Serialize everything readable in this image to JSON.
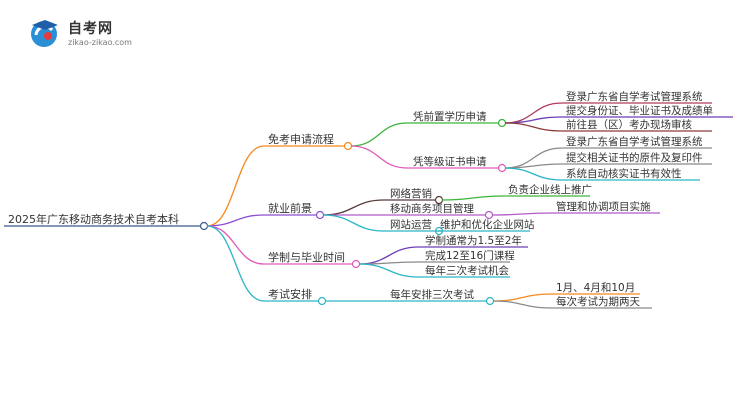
{
  "brand": {
    "name": "自考网",
    "url": "zikao-zikao.com"
  },
  "root": "2025年广东移动商务技术自考本科",
  "branches": [
    {
      "label": "免考申请流程",
      "color": "#f5891f",
      "children": [
        {
          "label": "凭前置学历申请",
          "color": "#3bb33b",
          "children": [
            {
              "label": "登录广东省自学考试管理系统",
              "color": "#b23a5a"
            },
            {
              "label": "提交身份证、毕业证书及成绩单",
              "color": "#6a3fb8"
            },
            {
              "label": "前往县（区）考办现场审核",
              "color": "#8b3a3a"
            }
          ]
        },
        {
          "label": "凭等级证书申请",
          "color": "#e05ab8",
          "children": [
            {
              "label": "登录广东省自学考试管理系统",
              "color": "#8a8a8a"
            },
            {
              "label": "提交相关证书的原件及复印件",
              "color": "#8a8a8a"
            },
            {
              "label": "系统自动核实证书有效性",
              "color": "#2bb5c5"
            }
          ]
        }
      ]
    },
    {
      "label": "就业前景",
      "color": "#8a4fd0",
      "children": [
        {
          "label": "网络营销",
          "color": "#5a3a3a",
          "children": [
            {
              "label": "负责企业线上推广",
              "color": "#3bb33b"
            }
          ]
        },
        {
          "label": "移动商务项目管理",
          "color": "#b55ac8",
          "children": [
            {
              "label": "管理和协调项目实施",
              "color": "#b55ac8"
            }
          ]
        },
        {
          "label": "网站运营",
          "color": "#2bb5c5",
          "children": [
            {
              "label": "维护和优化企业网站",
              "color": "#2bb5c5"
            }
          ]
        }
      ]
    },
    {
      "label": "学制与毕业时间",
      "color": "#e05ab8",
      "children": [
        {
          "label": "学制通常为1.5至2年",
          "color": "#6a3fb8"
        },
        {
          "label": "完成12至16门课程",
          "color": "#8a8a8a"
        },
        {
          "label": "每年三次考试机会",
          "color": "#2bb5c5"
        }
      ]
    },
    {
      "label": "考试安排",
      "color": "#2bb5c5",
      "children": [
        {
          "label": "每年安排三次考试",
          "color": "#2bb5c5",
          "children": [
            {
              "label": "1月、4月和10月",
              "color": "#f5891f"
            },
            {
              "label": "每次考试为期两天",
              "color": "#8a8a8a"
            }
          ]
        }
      ]
    }
  ]
}
